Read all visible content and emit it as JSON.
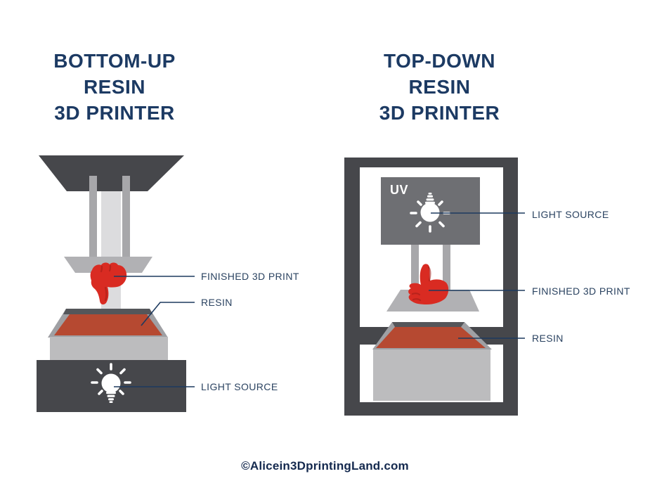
{
  "colors": {
    "navy_title": "#1c3a63",
    "label_navy": "#2b4361",
    "line_navy": "#1d3a5f",
    "dark_gray": "#46474b",
    "vat_edge": "#55565a",
    "uv_gray": "#6e6f73",
    "column_gray": "#a7a7aa",
    "rim_gray": "#9fa0a4",
    "plate_gray": "#b1b1b4",
    "wall_gray": "#bcbcbe",
    "piston_gray": "#dcdcde",
    "resin_red": "#b64931",
    "hand_red": "#d92b22",
    "hand_red_dark": "#9f1d17",
    "footer_navy": "#14294e",
    "white": "#ffffff"
  },
  "icons": {
    "left_light_source": "light-bulb-icon",
    "right_light_source": "light-bulb-icon-inverted",
    "left_print": "thumbs-down-3d-print",
    "right_print": "thumbs-up-3d-print"
  },
  "left_printer": {
    "title_lines": [
      "BOTTOM-UP",
      "RESIN",
      "3D PRINTER"
    ],
    "labels": {
      "finished_print": "FINISHED 3D PRINT",
      "resin": "RESIN",
      "light_source": "LIGHT SOURCE"
    }
  },
  "right_printer": {
    "title_lines": [
      "TOP-DOWN",
      "RESIN",
      "3D PRINTER"
    ],
    "uv_label": "UV",
    "labels": {
      "light_source": "LIGHT SOURCE",
      "finished_print": "FINISHED 3D PRINT",
      "resin": "RESIN"
    }
  },
  "footer": {
    "credit": "©Alicein3DprintingLand.com"
  }
}
